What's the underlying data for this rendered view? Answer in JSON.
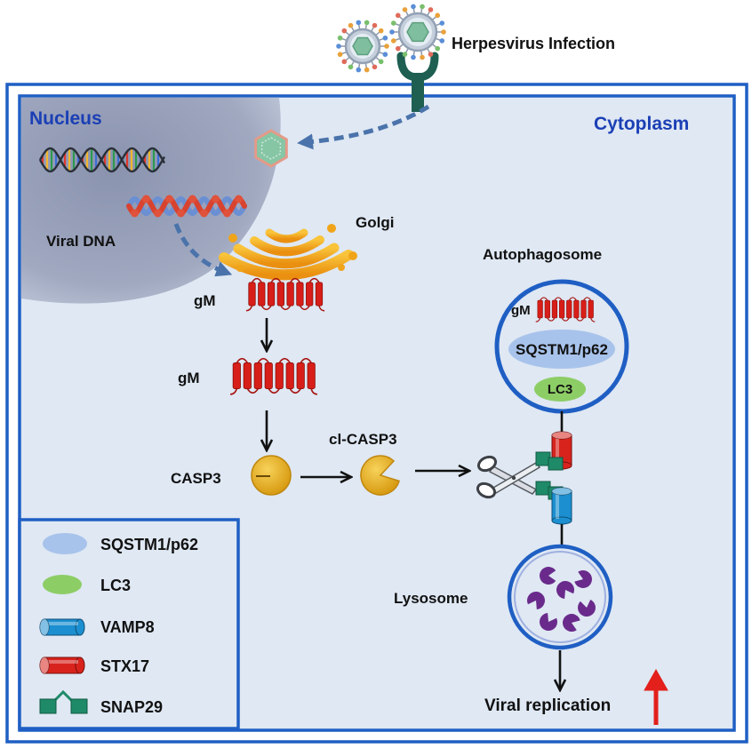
{
  "title": "Herpesvirus Infection",
  "regions": {
    "nucleus": "Nucleus",
    "cytoplasm": "Cytoplasm"
  },
  "labels": {
    "viral_dna": "Viral DNA",
    "golgi": "Golgi",
    "gm_golgi": "gM",
    "gm_free": "gM",
    "casp3": "CASP3",
    "cl_casp3": "cl-CASP3",
    "autophagosome": "Autophagosome",
    "lysosome": "Lysosome",
    "viral_replication": "Viral replication"
  },
  "autophagosome_contents": {
    "gm": "gM",
    "sqstm1": "SQSTM1/p62",
    "lc3": "LC3"
  },
  "legend": {
    "items": [
      {
        "label": "SQSTM1/p62"
      },
      {
        "label": "LC3"
      },
      {
        "label": "VAMP8"
      },
      {
        "label": "STX17"
      },
      {
        "label": "SNAP29"
      }
    ]
  },
  "colors": {
    "frame": "#1f5fc4",
    "region_label": "#1b3fb5",
    "cytoplasm": "#dfe8f3",
    "gm": "#d71e18",
    "stx17": "#d8231d",
    "vamp8": "#1c8fd0",
    "snap29": "#1f8a68",
    "sqstm1": "#a8c3eb",
    "lc3": "#8dcd66",
    "increase_arrow": "#e3201b"
  }
}
